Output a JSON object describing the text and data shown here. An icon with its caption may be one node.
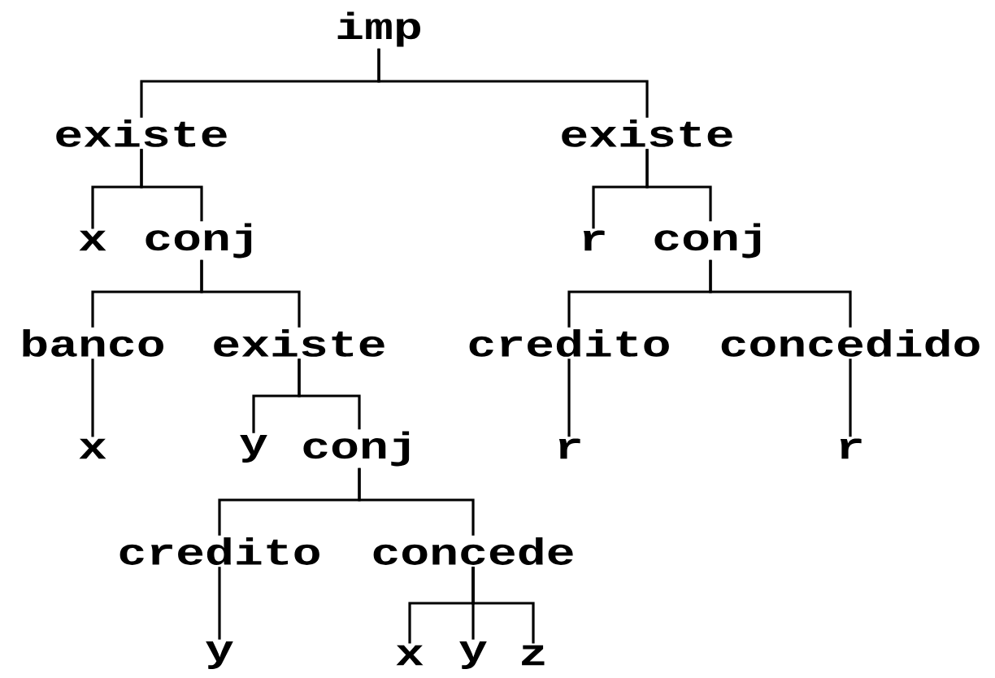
{
  "diagram": {
    "nodes": [
      {
        "text": [
          "imp"
        ]
      },
      {
        "text": [
          "existe"
        ]
      },
      {
        "text": [
          "existe"
        ]
      },
      {
        "text": [
          "x"
        ]
      },
      {
        "text": [
          "conj"
        ]
      },
      {
        "text": [
          "r"
        ]
      },
      {
        "text": [
          "conj"
        ]
      },
      {
        "text": [
          "banco"
        ]
      },
      {
        "text": [
          "existe"
        ]
      },
      {
        "text": [
          "credito"
        ]
      },
      {
        "text": [
          "concedido"
        ]
      },
      {
        "text": [
          "x"
        ]
      },
      {
        "text": [
          "y"
        ]
      },
      {
        "text": [
          "conj"
        ]
      },
      {
        "text": [
          "r"
        ]
      },
      {
        "text": [
          "r"
        ]
      },
      {
        "text": [
          "credito"
        ]
      },
      {
        "text": [
          "concede"
        ]
      },
      {
        "text": [
          "y"
        ]
      },
      {
        "text": [
          "x"
        ]
      },
      {
        "text": [
          "y"
        ]
      },
      {
        "text": [
          "z"
        ]
      }
    ],
    "edges": [
      {
        "from": 0,
        "to": 1,
        "arrow": "none"
      },
      {
        "from": 0,
        "to": 2,
        "arrow": "none"
      },
      {
        "from": 1,
        "to": 3,
        "arrow": "none"
      },
      {
        "from": 1,
        "to": 4,
        "arrow": "none"
      },
      {
        "from": 2,
        "to": 5,
        "arrow": "none"
      },
      {
        "from": 2,
        "to": 6,
        "arrow": "none"
      },
      {
        "from": 4,
        "to": 7,
        "arrow": "none"
      },
      {
        "from": 4,
        "to": 8,
        "arrow": "none"
      },
      {
        "from": 6,
        "to": 9,
        "arrow": "none"
      },
      {
        "from": 6,
        "to": 10,
        "arrow": "none"
      },
      {
        "from": 7,
        "to": 11,
        "arrow": "none"
      },
      {
        "from": 8,
        "to": 12,
        "arrow": "none"
      },
      {
        "from": 8,
        "to": 13,
        "arrow": "none"
      },
      {
        "from": 9,
        "to": 14,
        "arrow": "none"
      },
      {
        "from": 10,
        "to": 15,
        "arrow": "none"
      },
      {
        "from": 13,
        "to": 16,
        "arrow": "none"
      },
      {
        "from": 13,
        "to": 17,
        "arrow": "none"
      },
      {
        "from": 16,
        "to": 18,
        "arrow": "none"
      },
      {
        "from": 17,
        "to": 19,
        "arrow": "none"
      },
      {
        "from": 17,
        "to": 20,
        "arrow": "none"
      },
      {
        "from": 17,
        "to": 21,
        "arrow": "none"
      }
    ]
  }
}
